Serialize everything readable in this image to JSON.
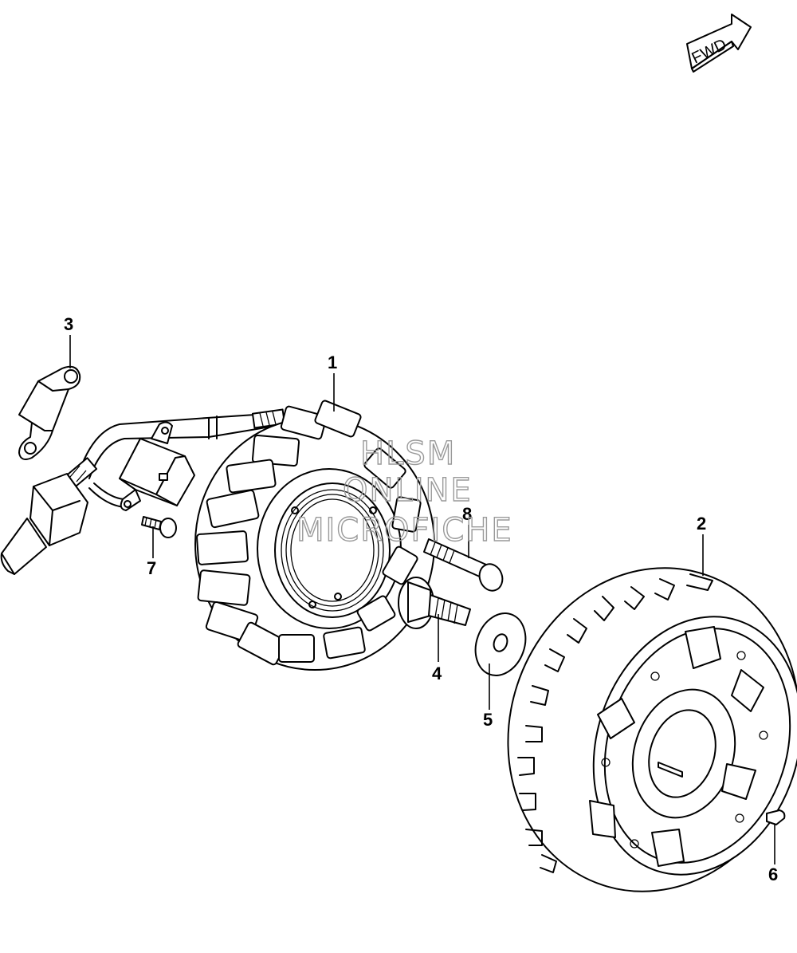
{
  "fwd_label": "FWD",
  "watermark": [
    "HLSM",
    "ONLINE",
    "MICROFICHE"
  ],
  "callouts": [
    {
      "id": "1",
      "name": "stator"
    },
    {
      "id": "2",
      "name": "rotor"
    },
    {
      "id": "3",
      "name": "clamp"
    },
    {
      "id": "4",
      "name": "bolt"
    },
    {
      "id": "5",
      "name": "washer"
    },
    {
      "id": "6",
      "name": "key"
    },
    {
      "id": "7",
      "name": "screw"
    },
    {
      "id": "8",
      "name": "bolt"
    }
  ]
}
